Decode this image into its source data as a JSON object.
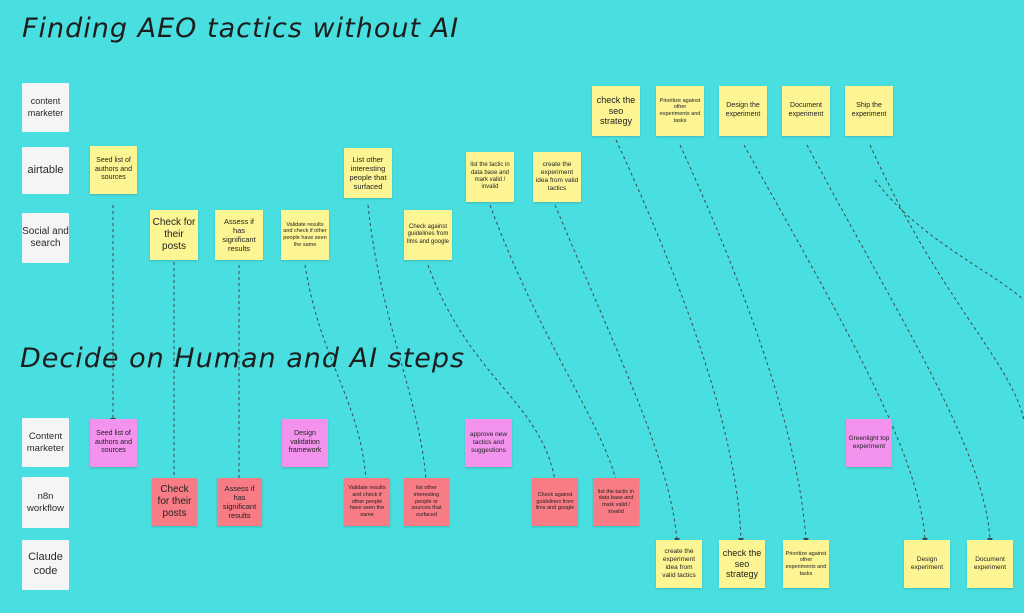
{
  "titles": {
    "top": "Finding AEO tactics without AI",
    "bottom": "Decide on Human and AI steps"
  },
  "colors": {
    "background": "#49dfe0",
    "sticky_yellow": "#fdf594",
    "sticky_pink": "#f393ee",
    "sticky_red": "#f77c85",
    "lane_label": "#f4f5f7"
  },
  "lanes_top": {
    "content_marketer": "content marketer",
    "airtable": "airtable",
    "social_search": "Social and search"
  },
  "lanes_bottom": {
    "content_marketer": "Content marketer",
    "n8n_workflow": "n8n workflow",
    "claude_code": "Claude code"
  },
  "notes_top": {
    "seed": "Seed list of authors and sources",
    "check_posts": "Check for their posts",
    "assess": "Assess if has significant results",
    "validate": "Validate results and check if other people have seen the same",
    "list_other": "List other interesting people that surfaced",
    "check_guidelines": "Check against guidelines from llms and google",
    "list_tactic": "list the tactic in data base and mark valid / invalid",
    "create_experiment": "create the experiment idea from valid tactics",
    "check_seo": "check the seo strategy",
    "prioritize": "Prioritize against other experiments and tasks",
    "design": "Design the experiment",
    "document": "Document experiment",
    "ship": "Ship the experiment"
  },
  "notes_bottom": {
    "seed": "Seed list of authors and sources",
    "design_framework": "Design validation framework",
    "approve": "approve new tactics and suggestions",
    "greenlight": "Greenlight top experiment",
    "check_posts": "Check for their posts",
    "assess": "Assess if has significant results",
    "validate": "Validate results and check if other people have seen the same",
    "list_other": "list other interesting people or sources that surfaced",
    "check_guidelines": "Check against guidelines from llms and google",
    "list_tactic": "list the tactic in data base and mark valid / invalid",
    "create_experiment": "create the experiment idea from valid tactics",
    "check_seo": "check the seo strategy",
    "prioritize": "Prioritize against other experiments and tasks",
    "design": "Design experiment",
    "document": "Document experiment"
  }
}
